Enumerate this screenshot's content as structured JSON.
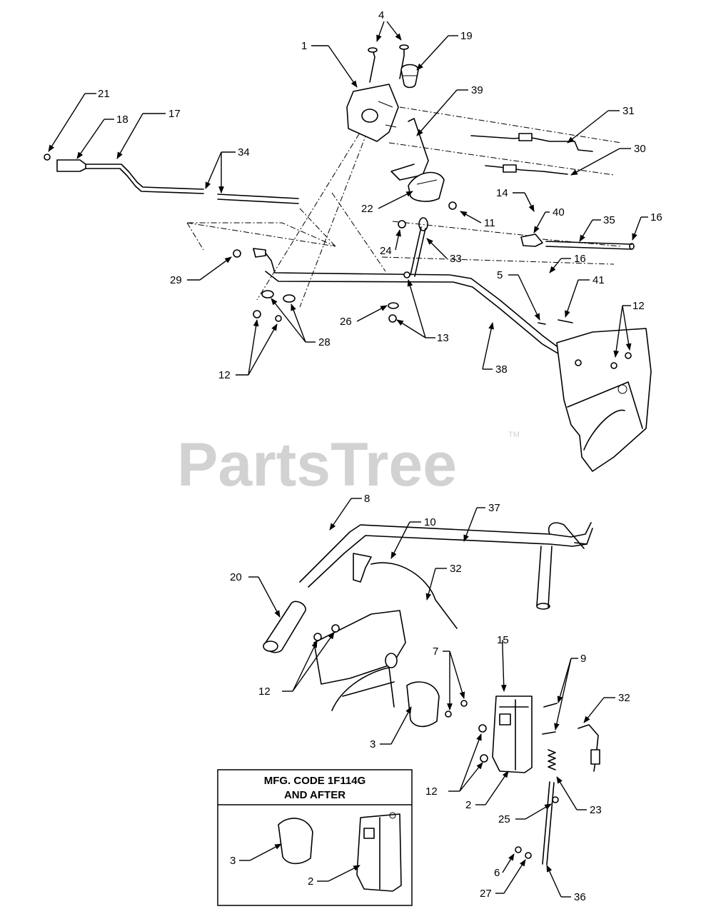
{
  "watermark": {
    "text": "PartsTree",
    "trademark": "TM"
  },
  "inset": {
    "title_line1": "MFG. CODE 1F114G",
    "title_line2": "AND AFTER"
  },
  "callouts": [
    {
      "id": "c4",
      "label": "4"
    },
    {
      "id": "c19",
      "label": "19"
    },
    {
      "id": "c1",
      "label": "1"
    },
    {
      "id": "c39",
      "label": "39"
    },
    {
      "id": "c21",
      "label": "21"
    },
    {
      "id": "c18",
      "label": "18"
    },
    {
      "id": "c17",
      "label": "17"
    },
    {
      "id": "c31",
      "label": "31"
    },
    {
      "id": "c30",
      "label": "30"
    },
    {
      "id": "c34",
      "label": "34"
    },
    {
      "id": "c22",
      "label": "22"
    },
    {
      "id": "c11",
      "label": "11"
    },
    {
      "id": "c14",
      "label": "14"
    },
    {
      "id": "c40",
      "label": "40"
    },
    {
      "id": "c35",
      "label": "35"
    },
    {
      "id": "c16a",
      "label": "16"
    },
    {
      "id": "c16b",
      "label": "16"
    },
    {
      "id": "c24",
      "label": "24"
    },
    {
      "id": "c33",
      "label": "33"
    },
    {
      "id": "c29",
      "label": "29"
    },
    {
      "id": "c5",
      "label": "5"
    },
    {
      "id": "c41",
      "label": "41"
    },
    {
      "id": "c12a",
      "label": "12"
    },
    {
      "id": "c26",
      "label": "26"
    },
    {
      "id": "c13",
      "label": "13"
    },
    {
      "id": "c28",
      "label": "28"
    },
    {
      "id": "c12b",
      "label": "12"
    },
    {
      "id": "c38",
      "label": "38"
    },
    {
      "id": "c8",
      "label": "8"
    },
    {
      "id": "c37",
      "label": "37"
    },
    {
      "id": "c10",
      "label": "10"
    },
    {
      "id": "c32a",
      "label": "32"
    },
    {
      "id": "c20",
      "label": "20"
    },
    {
      "id": "c15",
      "label": "15"
    },
    {
      "id": "c7",
      "label": "7"
    },
    {
      "id": "c9",
      "label": "9"
    },
    {
      "id": "c12c",
      "label": "12"
    },
    {
      "id": "c32b",
      "label": "32"
    },
    {
      "id": "c3a",
      "label": "3"
    },
    {
      "id": "c12d",
      "label": "12"
    },
    {
      "id": "c2a",
      "label": "2"
    },
    {
      "id": "c23",
      "label": "23"
    },
    {
      "id": "c25",
      "label": "25"
    },
    {
      "id": "c3b",
      "label": "3"
    },
    {
      "id": "c2b",
      "label": "2"
    },
    {
      "id": "c6",
      "label": "6"
    },
    {
      "id": "c27",
      "label": "27"
    },
    {
      "id": "c36",
      "label": "36"
    }
  ]
}
